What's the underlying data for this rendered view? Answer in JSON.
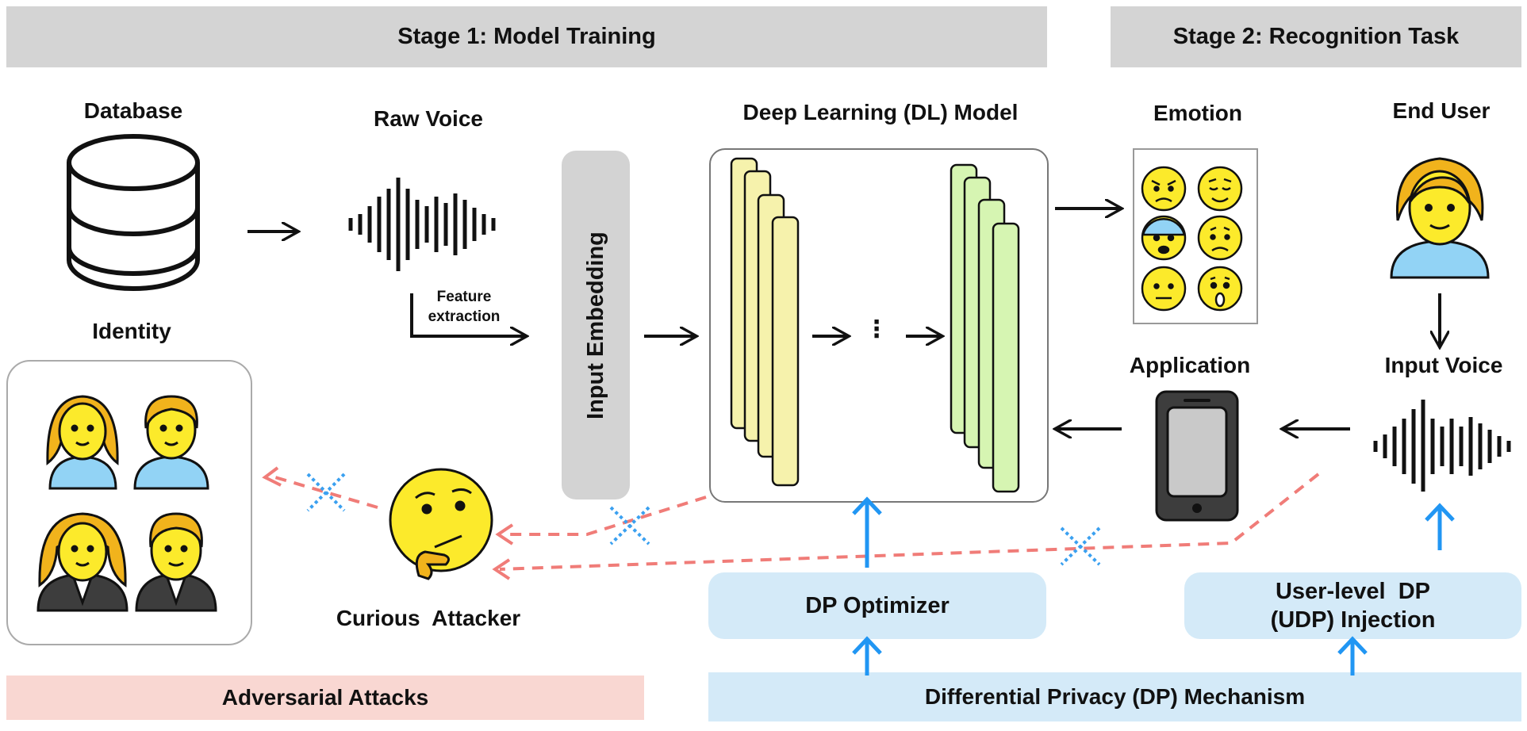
{
  "stage1": {
    "title": "Stage 1: Model Training"
  },
  "stage2": {
    "title": "Stage 2: Recognition Task"
  },
  "labels": {
    "database": "Database",
    "raw_voice": "Raw Voice",
    "feature_extraction_line1": "Feature",
    "feature_extraction_line2": "extraction",
    "input_embedding": "Input Embedding",
    "dl_model": "Deep Learning (DL) Model",
    "ellipsis": "⋮",
    "emotion": "Emotion",
    "end_user": "End User",
    "identity": "Identity",
    "application": "Application",
    "input_voice": "Input Voice",
    "curious_attacker": "Curious  Attacker",
    "dp_optimizer": "DP Optimizer",
    "udp_line1": "User-level  DP",
    "udp_line2": "(UDP) Injection"
  },
  "footer": {
    "adversarial": "Adversarial Attacks",
    "dp_mechanism": "Differential Privacy (DP) Mechanism"
  },
  "colors": {
    "stage_bar": "#d4d4d4",
    "adversarial_bg": "#f9d7d2",
    "dp_bg": "#d4eaf8",
    "embedding_bg": "#d3d3d3",
    "layer_yellow": "#f6f2ac",
    "layer_green": "#d6f5b2",
    "dp_arrow": "#2196f3",
    "attack_line": "#f07c78",
    "block_x": "#3aa0f0",
    "emoji_yellow": "#fcea2b",
    "hair_orange": "#f1b31c",
    "shirt_blue": "#92d3f5"
  },
  "icons": [
    "database-icon",
    "raw-voice-waveform-icon",
    "input-voice-waveform-icon",
    "smartphone-icon",
    "end-user-icon",
    "thinking-face-icon",
    "emotion-emoji-grid",
    "identity-people-icons"
  ]
}
